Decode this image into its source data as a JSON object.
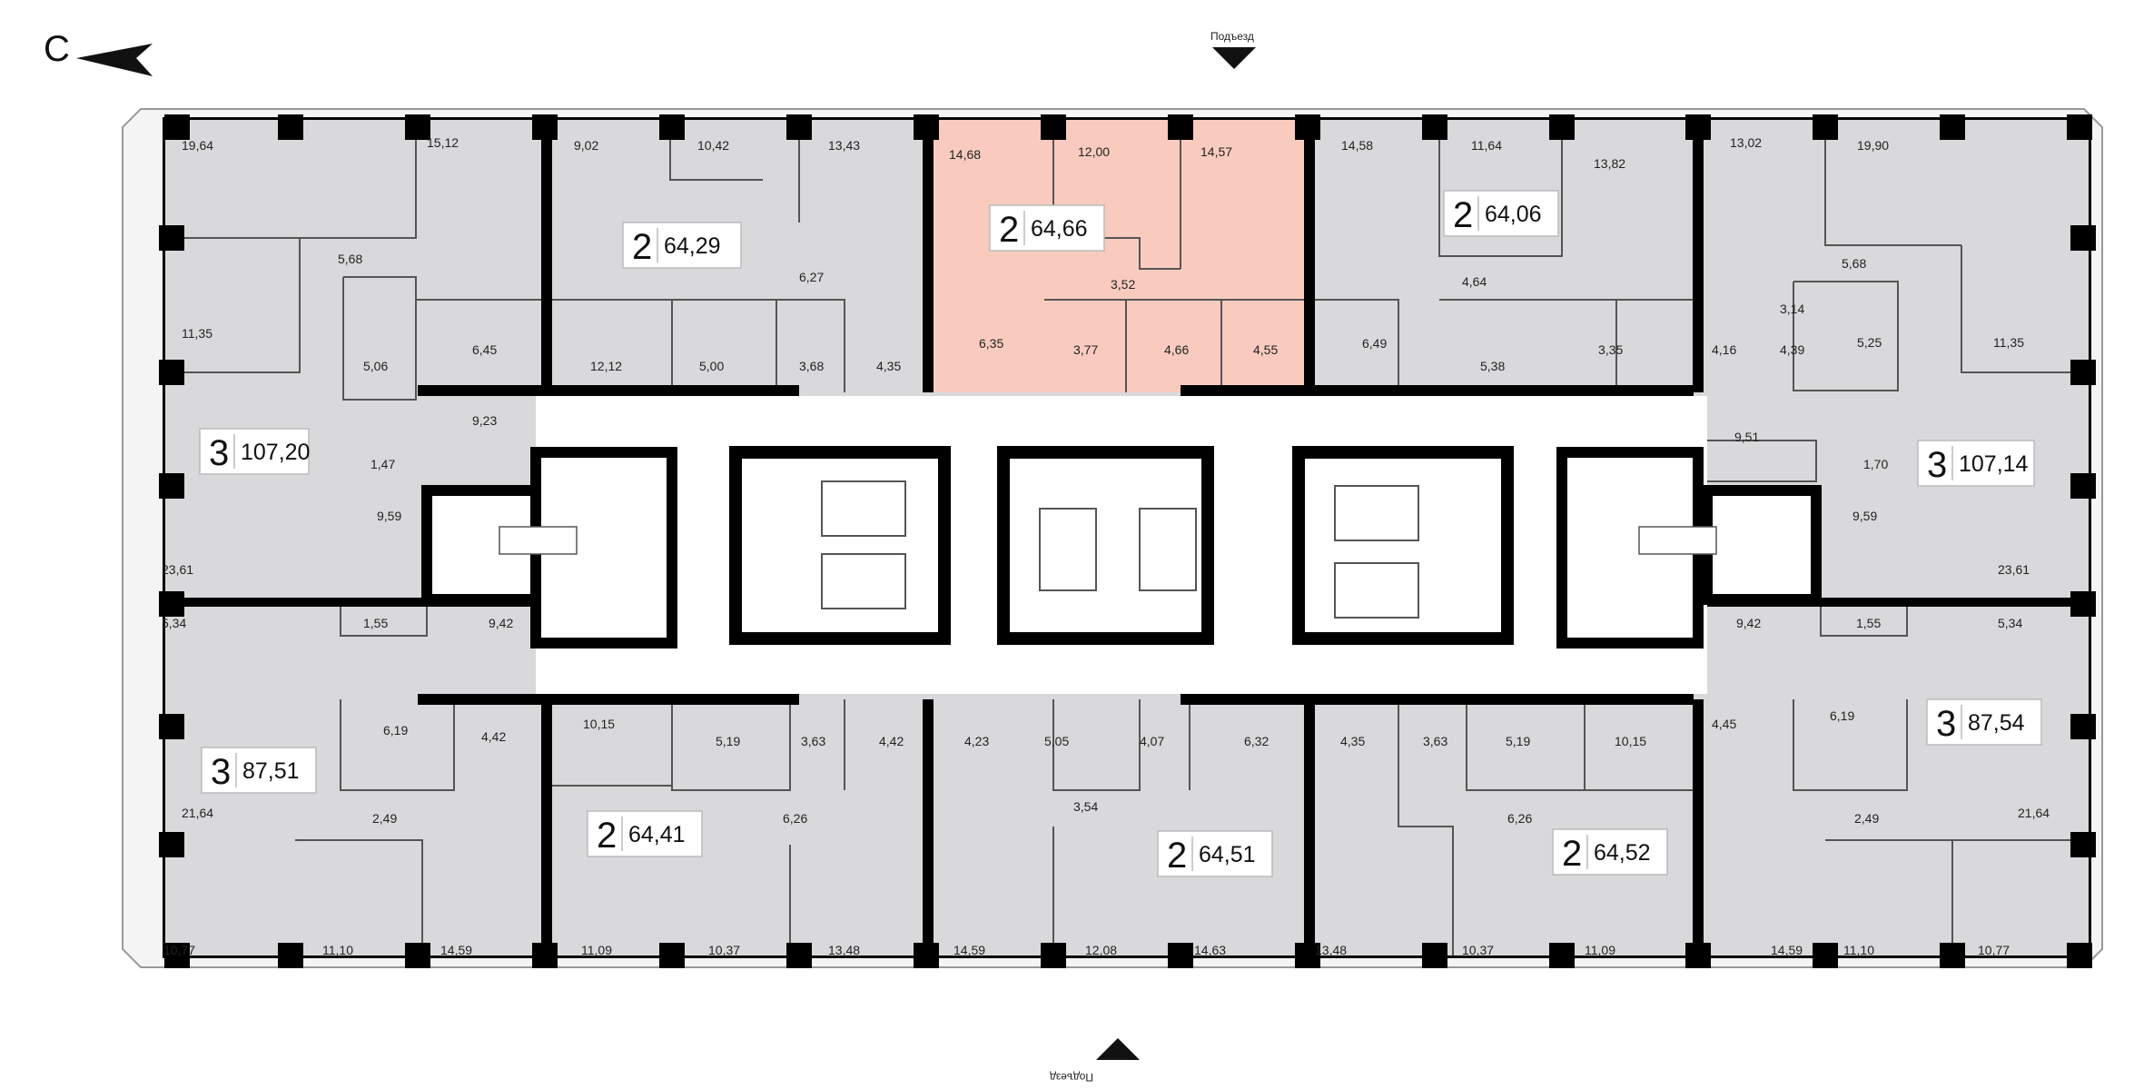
{
  "compass": {
    "letter": "С",
    "icon": "north-arrow-icon"
  },
  "entrances": {
    "top_label": "Подъезд",
    "bottom_label": "Подъезд",
    "icon": "entrance-arrow-icon"
  },
  "colors": {
    "highlight": "#f9cbbf",
    "apartment_fill": "#d9d9db",
    "wall": "#000000",
    "core_fill": "#ffffff"
  },
  "selected_apartment": 2,
  "apartments": [
    {
      "id": "apt-1",
      "rooms": "3",
      "area": "107,20"
    },
    {
      "id": "apt-2",
      "rooms": "2",
      "area": "64,29"
    },
    {
      "id": "apt-3",
      "rooms": "2",
      "area": "64,66"
    },
    {
      "id": "apt-4",
      "rooms": "2",
      "area": "64,06"
    },
    {
      "id": "apt-5",
      "rooms": "3",
      "area": "107,14"
    },
    {
      "id": "apt-6",
      "rooms": "3",
      "area": "87,54"
    },
    {
      "id": "apt-7",
      "rooms": "2",
      "area": "64,52"
    },
    {
      "id": "apt-8",
      "rooms": "2",
      "area": "64,51"
    },
    {
      "id": "apt-9",
      "rooms": "2",
      "area": "64,41"
    },
    {
      "id": "apt-10",
      "rooms": "3",
      "area": "87,51"
    }
  ],
  "room_areas": [
    "19,64",
    "15,12",
    "9,02",
    "10,42",
    "13,43",
    "14,68",
    "12,00",
    "14,57",
    "14,58",
    "11,64",
    "13,82",
    "13,02",
    "19,90",
    "5,68",
    "6,27",
    "3,52",
    "4,64",
    "5,68",
    "11,35",
    "3,14",
    "5,25",
    "11,35",
    "5,06",
    "6,45",
    "12,12",
    "5,00",
    "3,68",
    "4,35",
    "6,35",
    "3,77",
    "4,66",
    "4,55",
    "6,49",
    "5,38",
    "3,35",
    "4,16",
    "4,39",
    "9,23",
    "9,51",
    "1,47",
    "1,70",
    "9,59",
    "9,59",
    "23,61",
    "23,61",
    "5,34",
    "1,55",
    "9,42",
    "9,42",
    "1,55",
    "5,34",
    "10,15",
    "6,19",
    "4,42",
    "5,19",
    "3,63",
    "4,42",
    "4,23",
    "5,05",
    "4,07",
    "6,32",
    "4,35",
    "3,63",
    "5,19",
    "10,15",
    "4,45",
    "6,19",
    "3,54",
    "2,49",
    "6,26",
    "6,26",
    "2,49",
    "21,64",
    "21,64",
    "10,77",
    "11,10",
    "14,59",
    "11,09",
    "10,37",
    "13,48",
    "14,59",
    "12,08",
    "14,63",
    "13,48",
    "10,37",
    "11,09",
    "14,59",
    "11,10",
    "10,77"
  ]
}
